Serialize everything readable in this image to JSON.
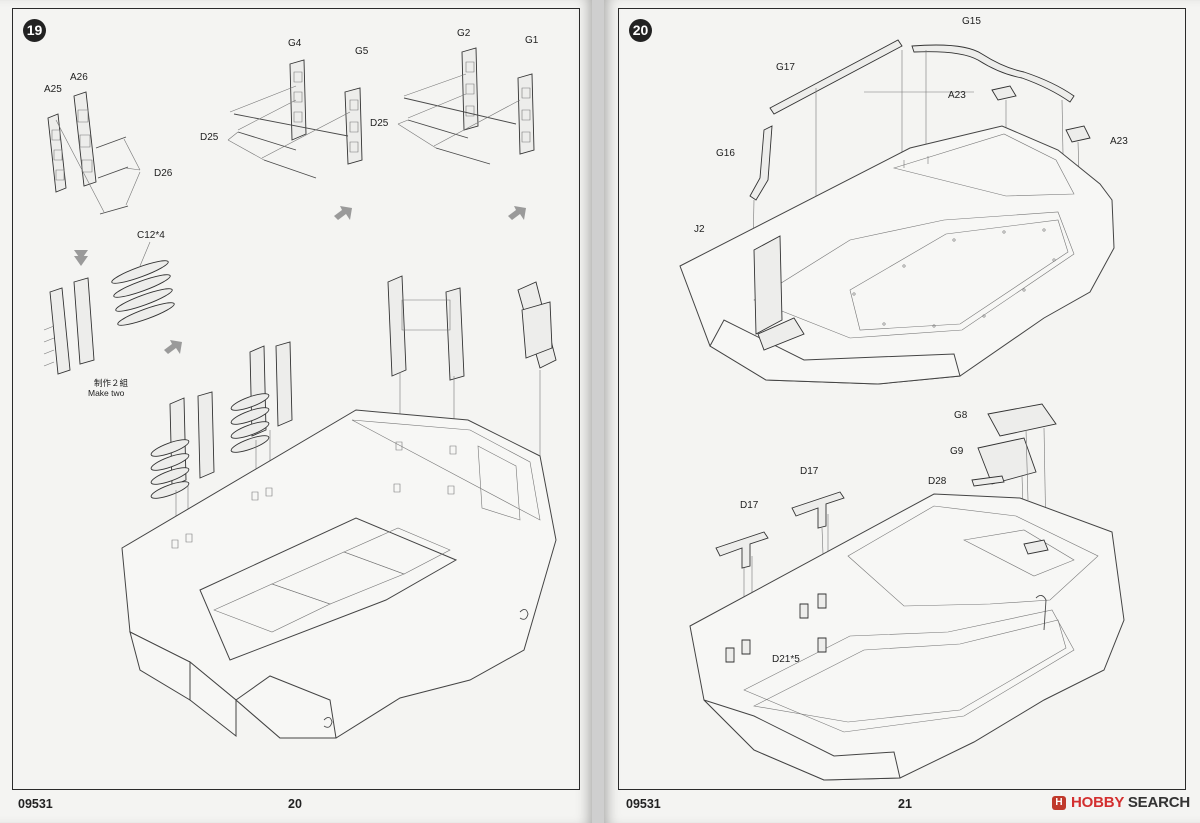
{
  "left_page": {
    "step_number": "19",
    "labels": {
      "a25": "A25",
      "a26": "A26",
      "d26": "D26",
      "g4": "G4",
      "g5": "G5",
      "d25_a": "D25",
      "g2": "G2",
      "g1": "G1",
      "d25_b": "D25",
      "c12": "C12*4",
      "make_two_jp": "制作２組",
      "make_two_en": "Make two"
    },
    "footer_code": "09531",
    "page_number": "20"
  },
  "right_page": {
    "step_number": "20",
    "labels": {
      "g15": "G15",
      "g17": "G17",
      "a23_a": "A23",
      "a23_b": "A23",
      "g16": "G16",
      "j2": "J2",
      "g8": "G8",
      "g9": "G9",
      "d28": "D28",
      "d17_a": "D17",
      "d17_b": "D17",
      "d21": "D21*5"
    },
    "footer_code": "09531",
    "page_number": "21"
  },
  "watermark": {
    "brand_icon_text": "H",
    "brand_primary": "HOBBY",
    "brand_secondary": "SEARCH"
  },
  "colors": {
    "paper": "#f4f4f2",
    "ink": "#222222",
    "watermark_red": "#d32f2f"
  },
  "icons": {
    "assembly_arrow": "gray-down-right-arrow-icon",
    "step_badge": "black-circle-number-badge"
  }
}
